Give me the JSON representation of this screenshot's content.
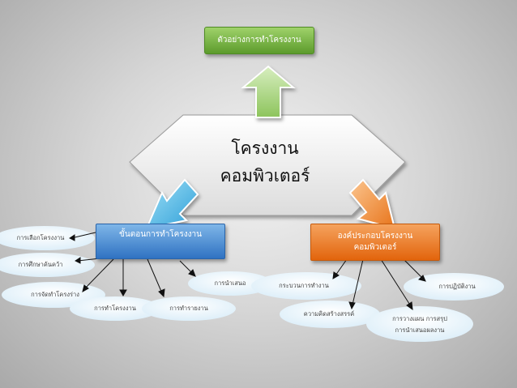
{
  "top_box": {
    "label": "ตัวอย่างการทำโครงงาน"
  },
  "center": {
    "line1": "โครงงาน",
    "line2": "คอมพิวเตอร์"
  },
  "left_box": {
    "label": "ขั้นตอนการทำโครงงาน"
  },
  "right_box": {
    "line1": "องค์ประกอบโครงงาน",
    "line2": "คอมพิวเตอร์"
  },
  "left_items": [
    "การเลือกโครงงาน",
    "การศึกษาค้นคว้า",
    "การจัดทำโครงร่าง",
    "การทำโครงงาน",
    "การทำรายงาน",
    "การนำเสนอ"
  ],
  "right_items": [
    "กระบวนการทำงาน",
    "ความคิดสร้างสรรค์",
    "การวางแผน การสรุป",
    "การนำเสนอผลงาน",
    "การปฏิบัติงาน"
  ],
  "colors": {
    "top_box": "#6aaa36",
    "left_box": "#3a7fcc",
    "right_box": "#e8741a",
    "arrow_green": "#9ad069",
    "arrow_blue": "#4fb3e6",
    "arrow_orange": "#f08a2a",
    "ellipse": "#e6f2fa"
  }
}
